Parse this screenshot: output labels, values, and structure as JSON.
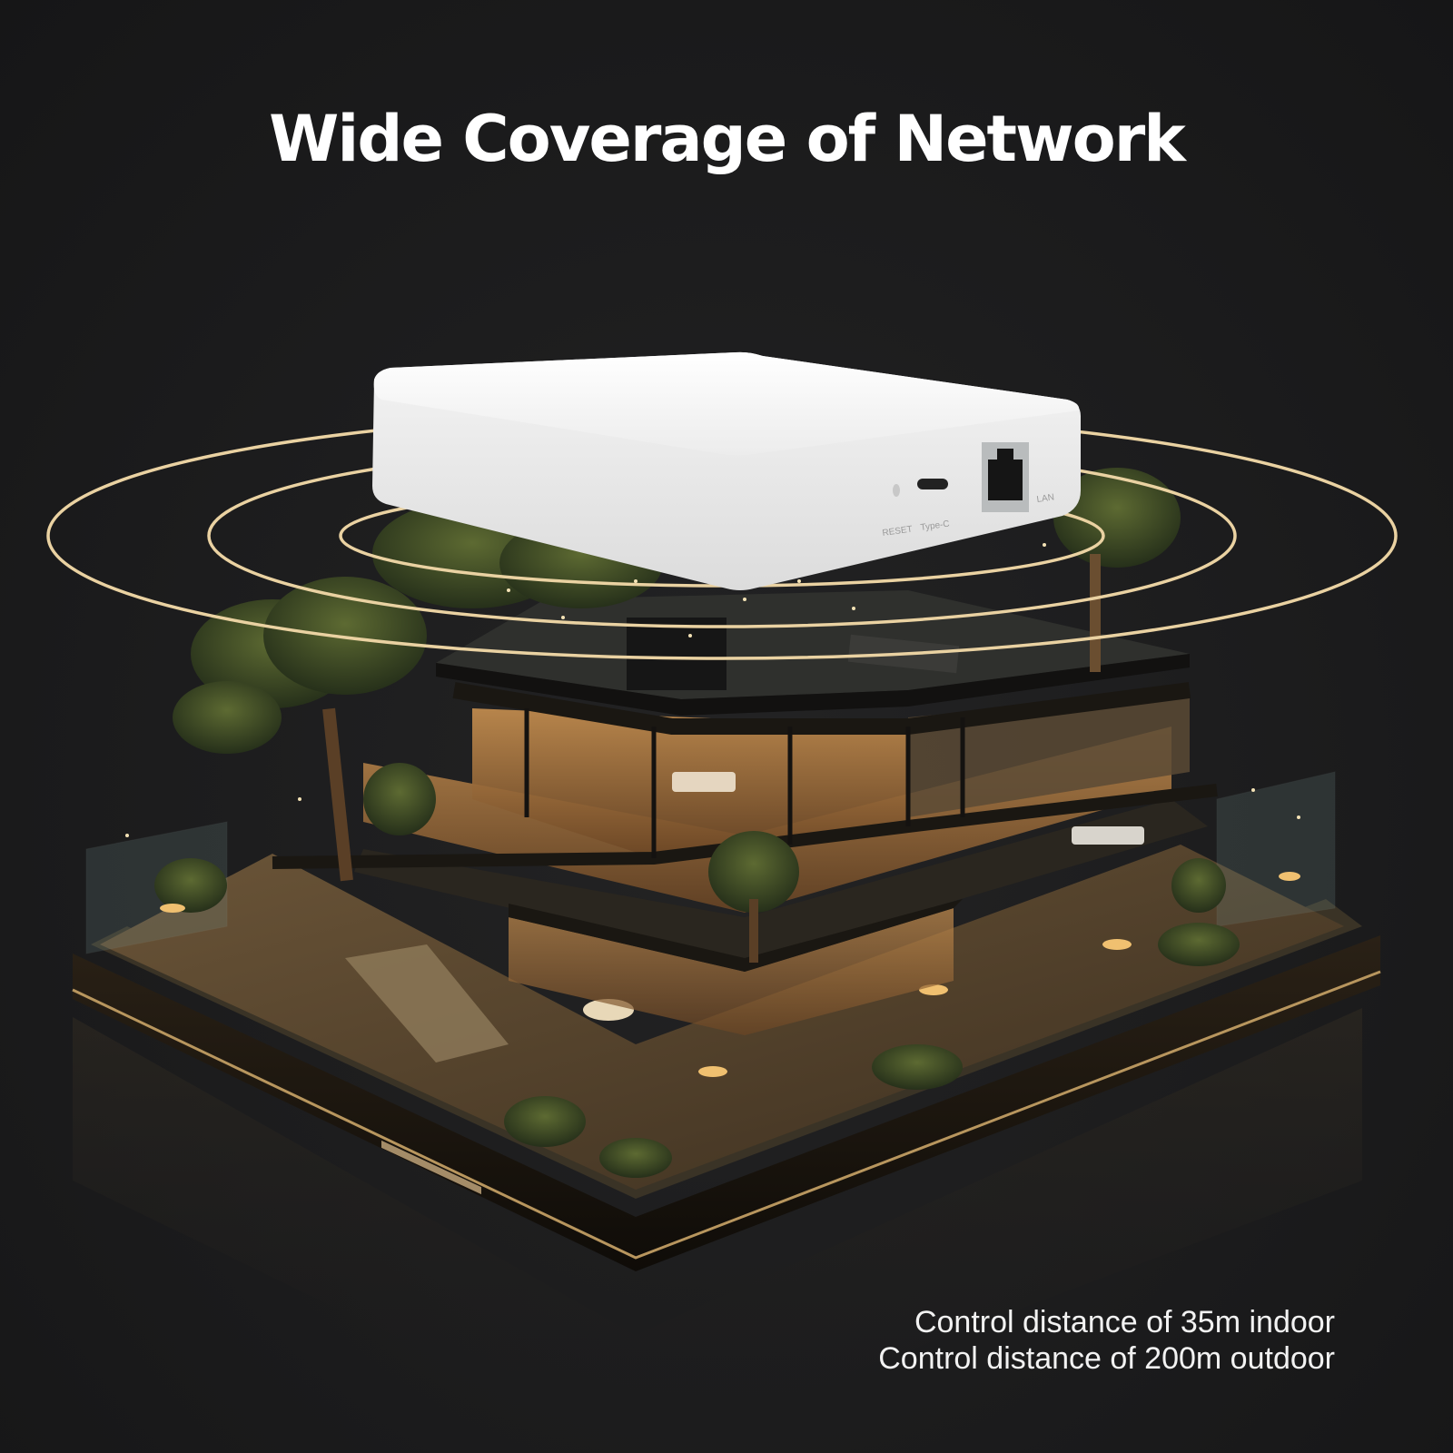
{
  "headline": "Wide Coverage of Network",
  "device": {
    "ports": [
      {
        "label": "RESET",
        "icon": "reset-pinhole-icon"
      },
      {
        "label": "Type-C",
        "icon": "usb-c-port-icon"
      },
      {
        "label": "LAN",
        "icon": "ethernet-port-icon"
      }
    ],
    "color": "#f2f2f2"
  },
  "signal_rings": {
    "count": 3,
    "color": "#e8cfa0"
  },
  "caption": {
    "indoor": "Control distance of 35m indoor",
    "outdoor": "Control distance of 200m outdoor"
  },
  "colors": {
    "background": "#1b1b1c",
    "text": "#ffffff",
    "warm_light": "#d9a45a",
    "foliage": "#3d4a26"
  }
}
